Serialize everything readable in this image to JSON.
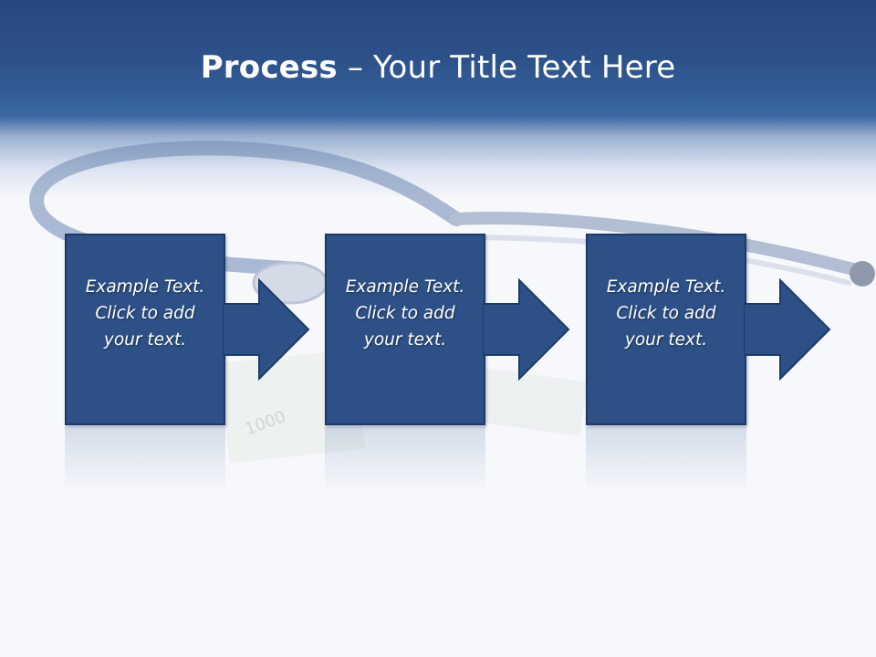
{
  "slide": {
    "title_bold": "Process",
    "title_rest": " – Your Title Text Here"
  },
  "steps": [
    {
      "line1": "Example Text.",
      "line2": "Click  to add",
      "line3": "your text."
    },
    {
      "line1": "Example Text.",
      "line2": "Click  to add",
      "line3": "your text."
    },
    {
      "line1": "Example Text.",
      "line2": "Click  to add",
      "line3": "your text."
    }
  ],
  "colors": {
    "header_dark": "#27487e",
    "box_fill": "#2d5187",
    "box_border": "#1c3a68",
    "background": "#f6f8fc"
  }
}
